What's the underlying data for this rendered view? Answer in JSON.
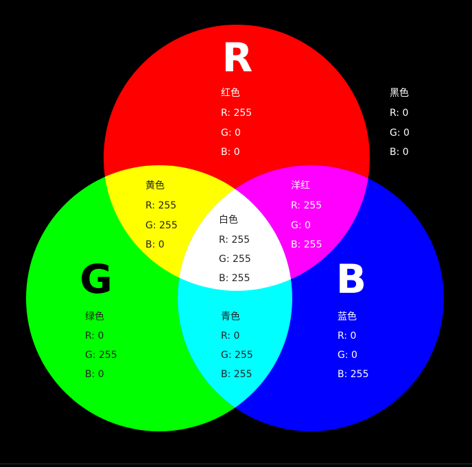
{
  "colors": {
    "background": "#000000",
    "red": "#ff0000",
    "green": "#00ff00",
    "blue": "#0000ff",
    "yellow": "#ffff00",
    "magenta": "#ff00ff",
    "cyan": "#00ffff",
    "white": "#ffffff"
  },
  "channels": {
    "red": {
      "letter": "R"
    },
    "green": {
      "letter": "G"
    },
    "blue": {
      "letter": "B"
    }
  },
  "regions": {
    "red": {
      "name": "红色",
      "r": "R:  255",
      "g": "G:  0",
      "b": "B:  0"
    },
    "green": {
      "name": "绿色",
      "r": "R:  0",
      "g": "G:  255",
      "b": "B:  0"
    },
    "blue": {
      "name": "蓝色",
      "r": "R:  0",
      "g": "G:  0",
      "b": "B:  255"
    },
    "yellow": {
      "name": "黄色",
      "r": "R:  255",
      "g": "G:  255",
      "b": "B:  0"
    },
    "magenta": {
      "name": "洋红",
      "r": "R:  255",
      "g": "G:  0",
      "b": "B:  255"
    },
    "cyan": {
      "name": "青色",
      "r": "R:  0",
      "g": "G:  255",
      "b": "B:  255"
    },
    "white": {
      "name": "白色",
      "r": "R:  255",
      "g": "G:  255",
      "b": "B:  255"
    },
    "black": {
      "name": "黑色",
      "r": "R:  0",
      "g": "G:  0",
      "b": "B:  0"
    }
  }
}
